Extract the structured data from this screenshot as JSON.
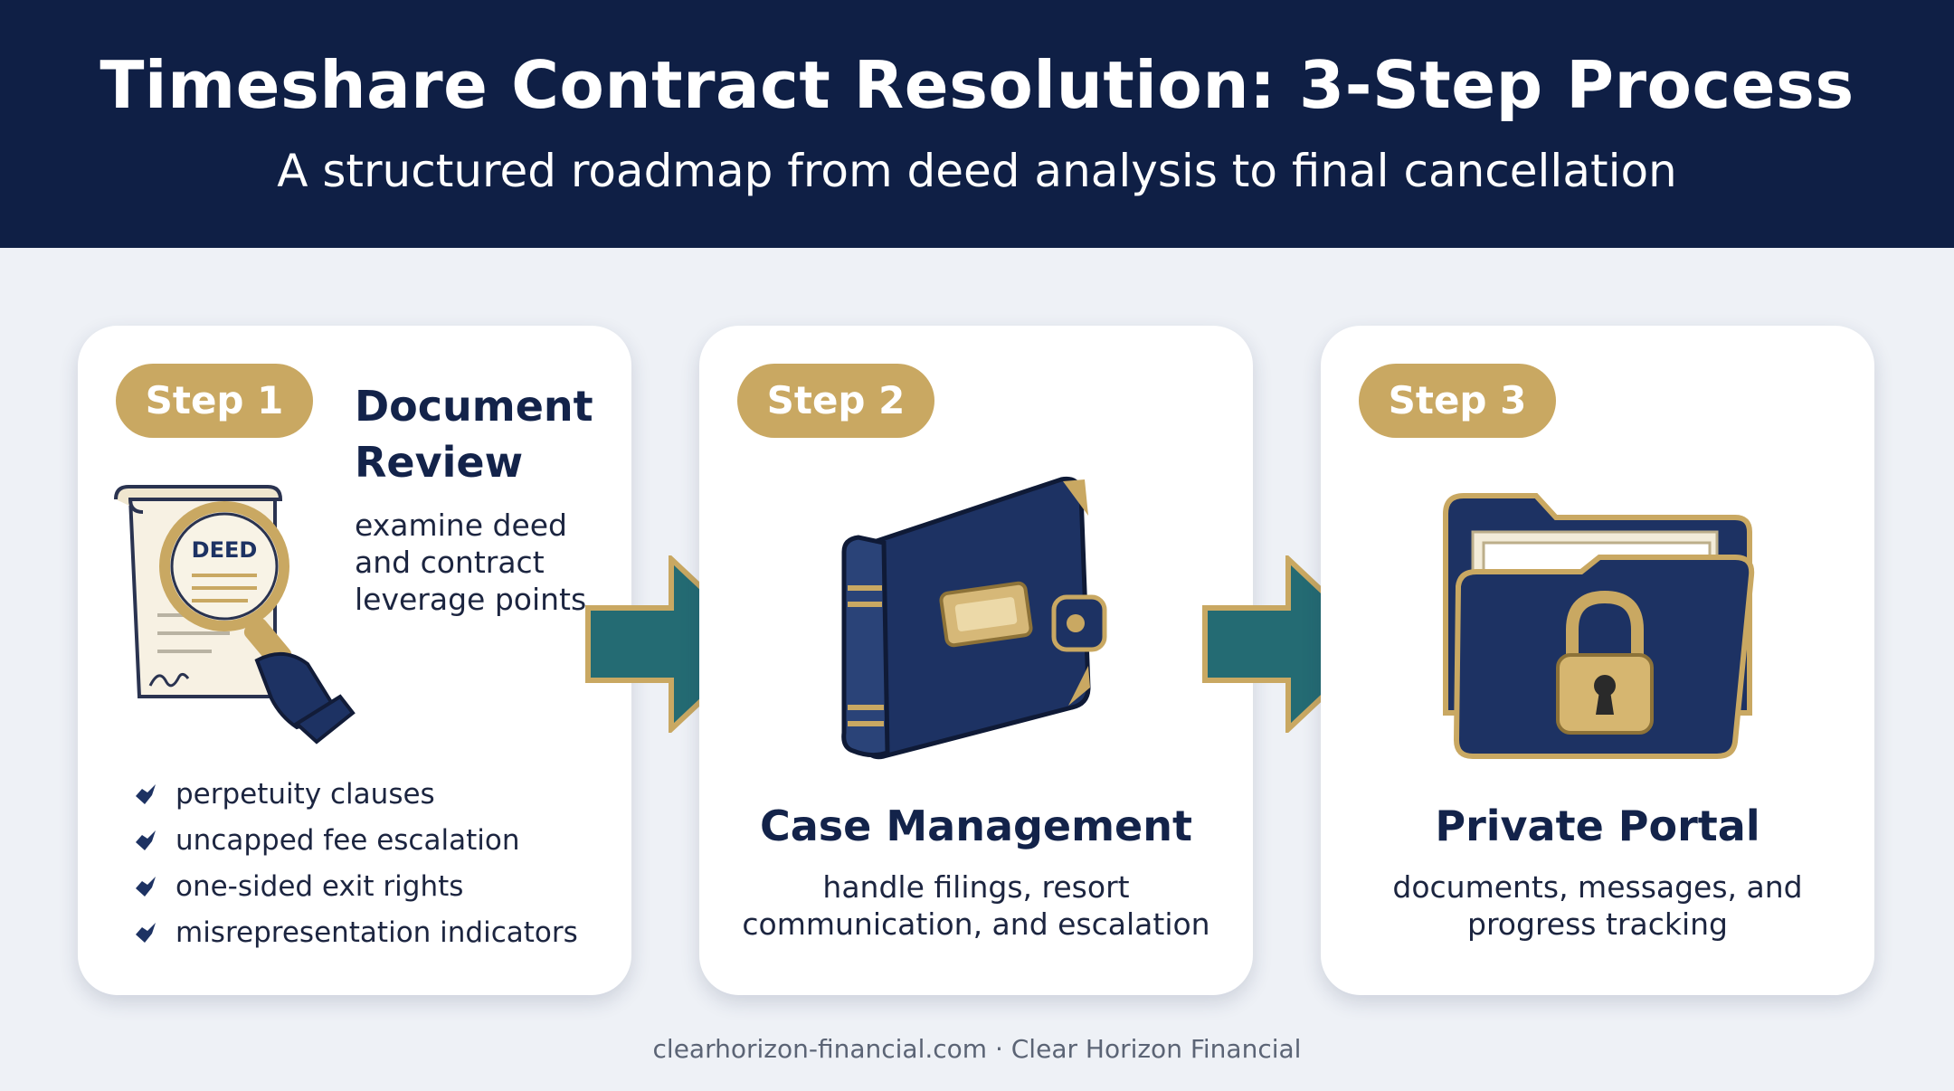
{
  "header": {
    "title": "Timeshare Contract Resolution: 3-Step Process",
    "subtitle": "A structured roadmap from deed analysis to final cancellation"
  },
  "steps": [
    {
      "badge": "Step 1",
      "title": "Document Review",
      "description": "examine deed and contract leverage points",
      "illustration_label": "DEED",
      "bullets": [
        "perpetuity clauses",
        "uncapped fee escalation",
        "one-sided exit rights",
        "misrepresentation indicators"
      ]
    },
    {
      "badge": "Step 2",
      "title": "Case Management",
      "description": "handle filings, resort communication, and escalation"
    },
    {
      "badge": "Step 3",
      "title": "Private Portal",
      "description": "documents, messages, and progress tracking"
    }
  ],
  "footer": "clearhorizon-financial.com · Clear Horizon Financial",
  "colors": {
    "header_bg": "#0f1f45",
    "page_bg": "#eef1f6",
    "badge_gold": "#c9a862",
    "arrow_teal": "#246b73",
    "navy": "#1d3263"
  },
  "icons": [
    "magnifier-deed-icon",
    "binder-icon",
    "locked-folder-icon",
    "arrow-right-icon",
    "check-bullet-icon"
  ]
}
